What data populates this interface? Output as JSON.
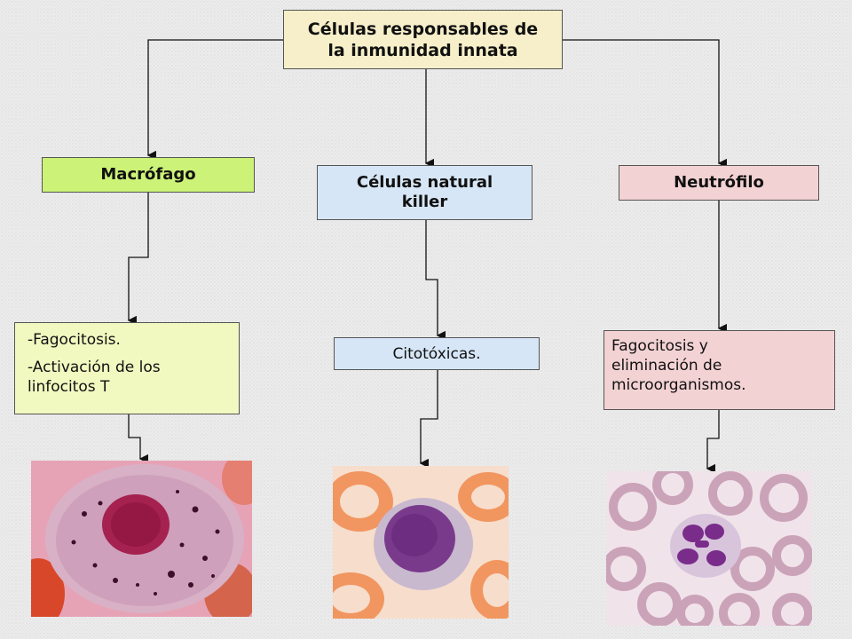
{
  "title": {
    "line1": "Células responsables de",
    "line2": "la inmunidad innata"
  },
  "categories": [
    {
      "name_line1": "Macrófago",
      "name_line2": "",
      "color": "#ccf277"
    },
    {
      "name_line1": "Células natural",
      "name_line2": "killer",
      "color": "#d6e6f6"
    },
    {
      "name_line1": "Neutrófilo",
      "name_line2": "",
      "color": "#f3d2d4"
    }
  ],
  "functions": {
    "macrophage": [
      "-Fagocitosis.",
      "-Activación de los linfocitos T"
    ],
    "nk": "Citotóxicas.",
    "neutrophil": [
      "Fagocitosis y",
      "eliminación de",
      "microorganismos."
    ]
  },
  "images": [
    {
      "depicts": "macrophage-micrograph",
      "background": "#e8a0b4"
    },
    {
      "depicts": "nk-cell-micrograph",
      "background": "#f6dccd"
    },
    {
      "depicts": "neutrophil-micrograph",
      "background": "#f0e4ea"
    }
  ]
}
